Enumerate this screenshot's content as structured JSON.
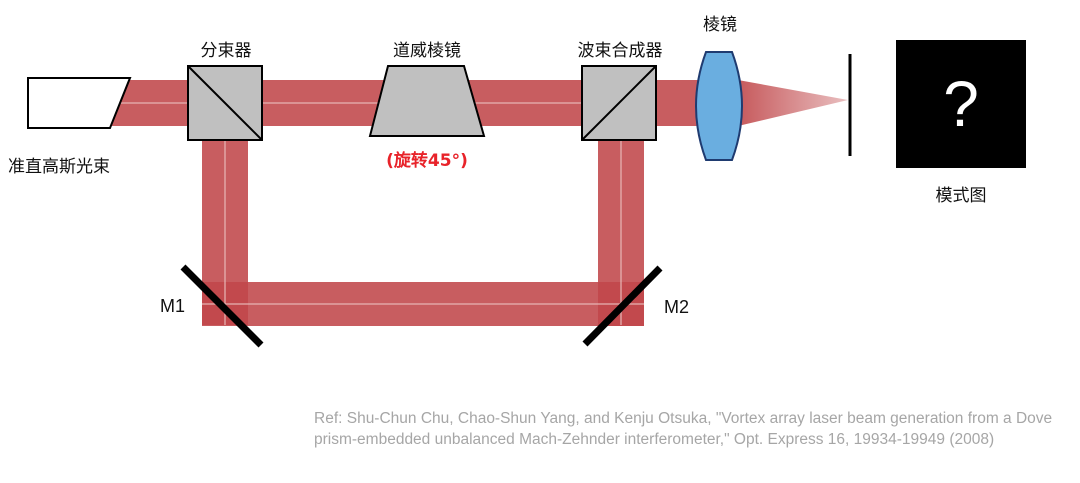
{
  "labels": {
    "collimated_beam": "准直高斯光束",
    "beam_splitter": "分束器",
    "dove_prism": "道威棱镜",
    "rotation": "(旋转45°)",
    "beam_combiner": "波束合成器",
    "lens": "棱镜",
    "mode_pattern": "模式图",
    "mirror_1": "M1",
    "mirror_2": "M2",
    "unknown_pattern": "?"
  },
  "reference": "Ref: Shu-Chun Chu, Chao-Shun Yang, and Kenju Otsuka, \"Vortex array laser beam generation from a Dove prism-embedded unbalanced Mach-Zehnder interferometer,\" Opt. Express 16, 19934-19949 (2008)",
  "colors": {
    "beam": "#c0474a",
    "component_fill": "#c0c0c0",
    "lens_fill": "#6aaee0",
    "pattern_background": "#000000",
    "rotation_text": "#e8232a",
    "reference_text": "#a6a6a6"
  }
}
